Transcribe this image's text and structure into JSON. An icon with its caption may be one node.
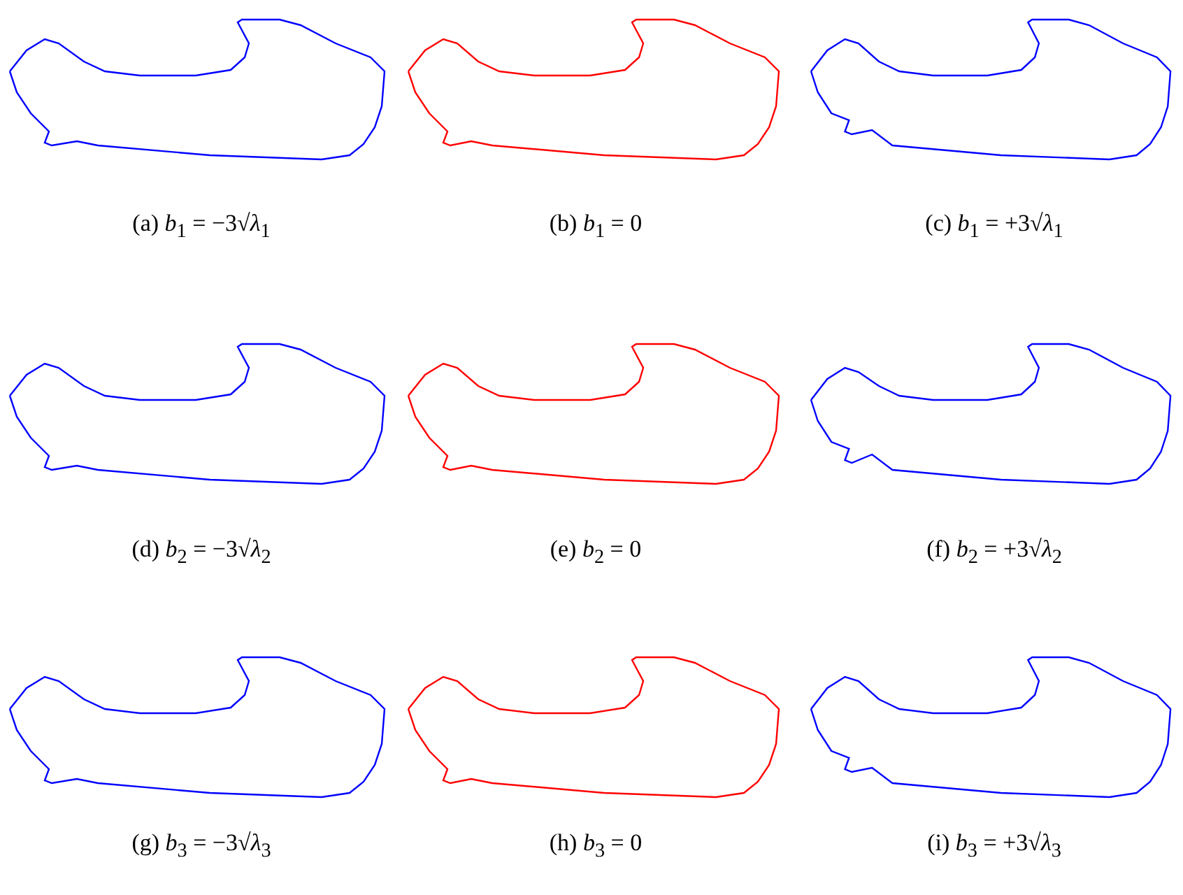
{
  "diagram": {
    "labels": [
      "(a) *b*$_{1}$ = −3√*λ*$_{1}$",
      "(b) *b*$_{1}$ = 0",
      "(c) *b*$_{1}$ = +3√*λ*$_{1}$",
      "(d) *b*$_{2}$ = −3√*λ*$_{2}$",
      "(e) *b*$_{2}$ = 0",
      "(f) *b*$_{2}$ = +3√*λ*$_{2}$",
      "(g) *b*$_{3}$ = −3√*λ*$_{3}$",
      "(h) *b*$_{3}$ = 0",
      "(i) *b*$_{3}$ = +3√*λ*$_{3}$"
    ]
  }
}
